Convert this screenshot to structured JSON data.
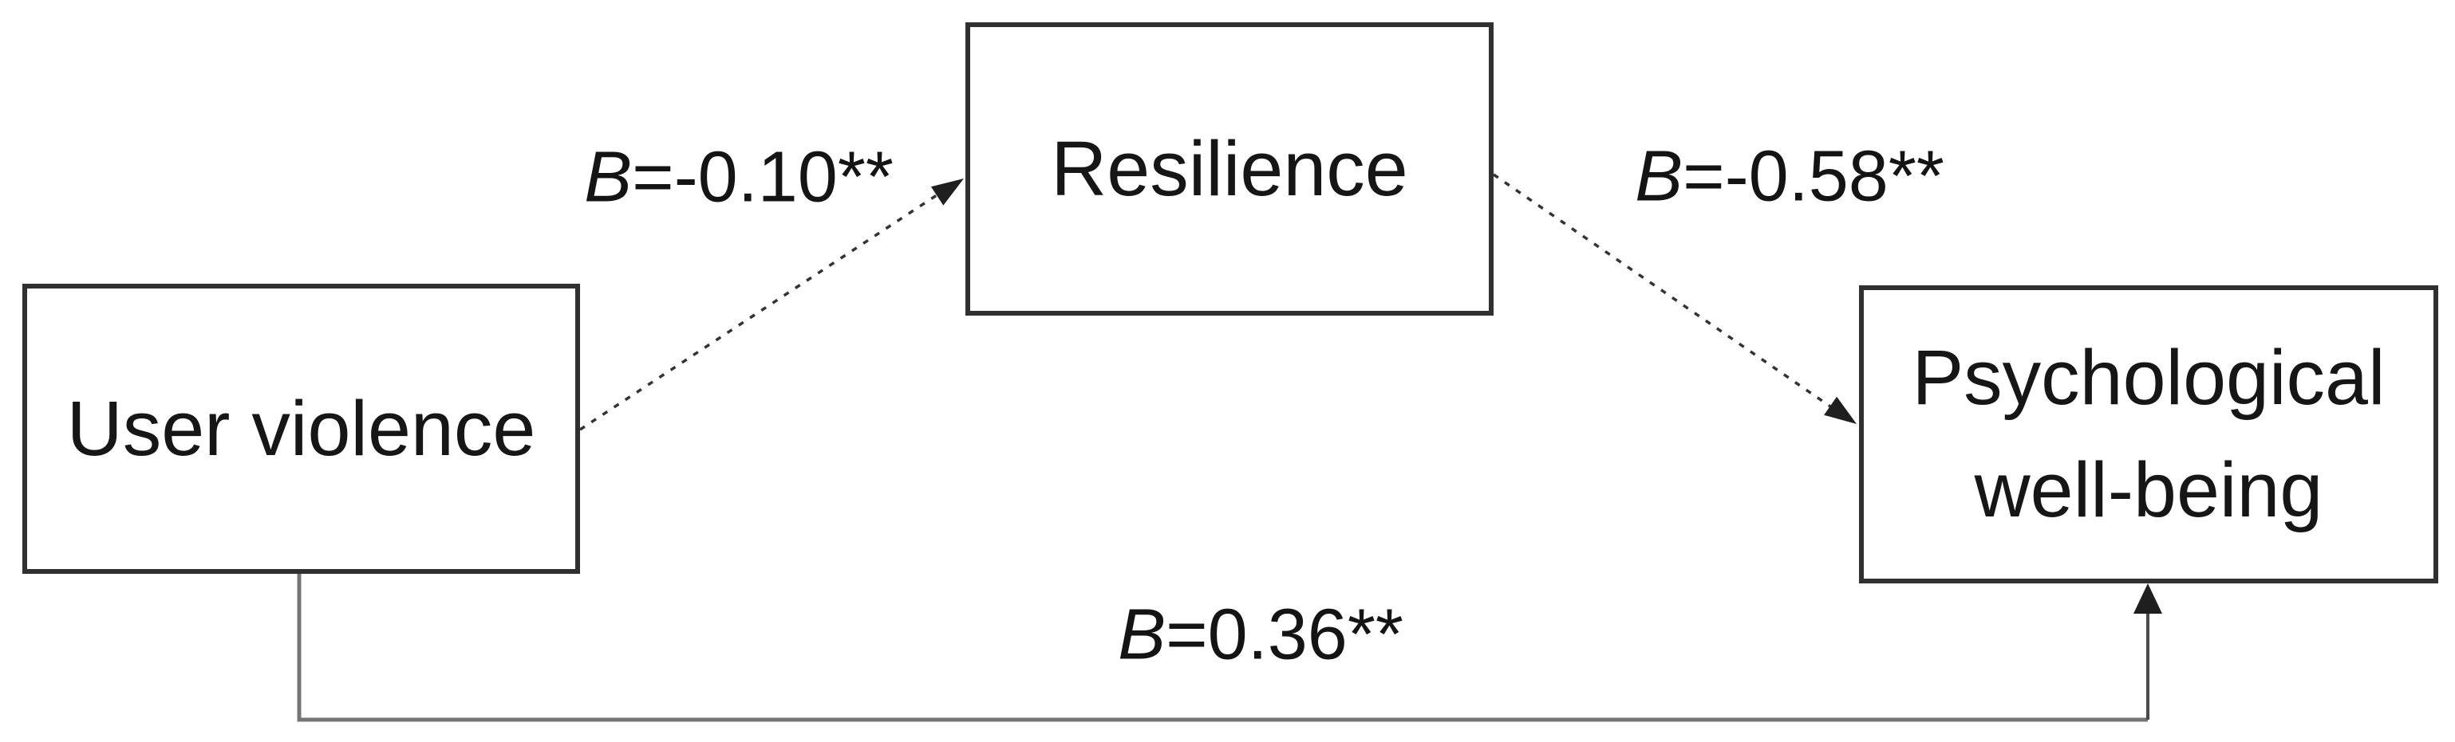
{
  "figure": {
    "type": "mediation-path-diagram",
    "background_color": "#ffffff",
    "box_border_color": "#303030",
    "dashed_line_color": "#333333",
    "solid_line_color": "#757575",
    "nodes": {
      "user_violence": {
        "label": "User violence"
      },
      "resilience": {
        "label": "Resilience"
      },
      "psychological_well_being": {
        "label": "Psychological well-being",
        "line1": "Psychological",
        "line2": "well-being"
      }
    },
    "edges": {
      "uv_to_resilience": {
        "from": "User violence",
        "to": "Resilience",
        "style": "dashed",
        "symbol": "B",
        "value": "=-0.10**",
        "label": "B=-0.10**"
      },
      "resilience_to_pwb": {
        "from": "Resilience",
        "to": "Psychological well-being",
        "style": "dashed",
        "symbol": "B",
        "value": "=-0.58**",
        "label": "B=-0.58**"
      },
      "uv_to_pwb": {
        "from": "User violence",
        "to": "Psychological well-being",
        "style": "solid",
        "symbol": "B",
        "value": "=0.36**",
        "label": "B=0.36**"
      }
    }
  }
}
